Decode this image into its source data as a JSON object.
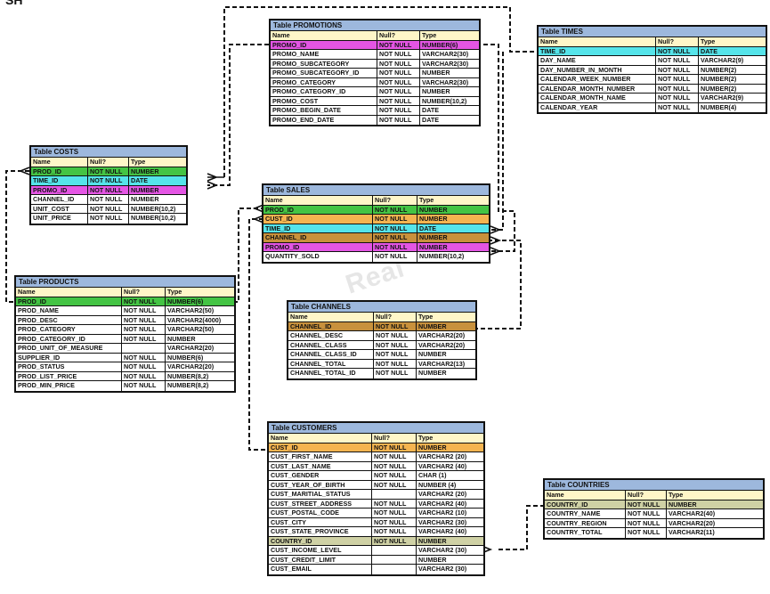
{
  "corner_text": "SH",
  "watermark": "Real",
  "header_labels": {
    "name": "Name",
    "null": "Null?",
    "type": "Type"
  },
  "colors": {
    "green": "#44c444",
    "cyan": "#55e4ea",
    "magenta": "#e455e4",
    "orange": "#f5b450",
    "brown": "#c8913c",
    "olive": "#cfd1a5",
    "title": "#9db8dd",
    "header": "#fff6c8"
  },
  "tables": [
    {
      "id": "promotions",
      "title": "Table PROMOTIONS",
      "rows": [
        {
          "name": "PROMO_ID",
          "null": "NOT NULL",
          "type": "NUMBER(6)",
          "hl": "magenta"
        },
        {
          "name": "PROMO_NAME",
          "null": "NOT NULL",
          "type": "VARCHAR2(30)"
        },
        {
          "name": "PROMO_SUBCATEGORY",
          "null": "NOT NULL",
          "type": "VARCHAR2(30)"
        },
        {
          "name": "PROMO_SUBCATEGORY_ID",
          "null": "NOT NULL",
          "type": "NUMBER"
        },
        {
          "name": "PROMO_CATEGORY",
          "null": "NOT NULL",
          "type": "VARCHAR2(30)"
        },
        {
          "name": "PROMO_CATEGORY_ID",
          "null": "NOT NULL",
          "type": "NUMBER"
        },
        {
          "name": "PROMO_COST",
          "null": "NOT NULL",
          "type": "NUMBER(10,2)"
        },
        {
          "name": "PROMO_BEGIN_DATE",
          "null": "NOT NULL",
          "type": "DATE"
        },
        {
          "name": "PROMO_END_DATE",
          "null": "NOT NULL",
          "type": "DATE"
        }
      ]
    },
    {
      "id": "times",
      "title": "Table TIMES",
      "rows": [
        {
          "name": "TIME_ID",
          "null": "NOT NULL",
          "type": "DATE",
          "hl": "cyan"
        },
        {
          "name": "DAY_NAME",
          "null": "NOT NULL",
          "type": "VARCHAR2(9)"
        },
        {
          "name": "DAY_NUMBER_IN_MONTH",
          "null": "NOT NULL",
          "type": "NUMBER(2)"
        },
        {
          "name": "CALENDAR_WEEK_NUMBER",
          "null": "NOT NULL",
          "type": "NUMBER(2)"
        },
        {
          "name": "CALENDAR_MONTH_NUMBER",
          "null": "NOT NULL",
          "type": "NUMBER(2)"
        },
        {
          "name": "CALENDAR_MONTH_NAME",
          "null": "NOT NULL",
          "type": "VARCHAR2(9)"
        },
        {
          "name": "CALENDAR_YEAR",
          "null": "NOT NULL",
          "type": "NUMBER(4)"
        }
      ]
    },
    {
      "id": "costs",
      "title": "Table COSTS",
      "rows": [
        {
          "name": "PROD_ID",
          "null": "NOT NULL",
          "type": "NUMBER",
          "hl": "green"
        },
        {
          "name": "TIME_ID",
          "null": "NOT NULL",
          "type": "DATE",
          "hl": "cyan"
        },
        {
          "name": "PROMO_ID",
          "null": "NOT NULL",
          "type": "NUMBER",
          "hl": "magenta"
        },
        {
          "name": "CHANNEL_ID",
          "null": "NOT NULL",
          "type": "NUMBER"
        },
        {
          "name": "UNIT_COST",
          "null": "NOT NULL",
          "type": "NUMBER(10,2)"
        },
        {
          "name": "UNIT_PRICE",
          "null": "NOT NULL",
          "type": "NUMBER(10,2)"
        }
      ]
    },
    {
      "id": "sales",
      "title": "Table SALES",
      "rows": [
        {
          "name": "PROD_ID",
          "null": "NOT NULL",
          "type": "NUMBER",
          "hl": "green"
        },
        {
          "name": "CUST_ID",
          "null": "NOT NULL",
          "type": "NUMBER",
          "hl": "orange"
        },
        {
          "name": "TIME_ID",
          "null": "NOT NULL",
          "type": "DATE",
          "hl": "cyan"
        },
        {
          "name": "CHANNEL_ID",
          "null": "NOT NULL",
          "type": "NUMBER",
          "hl": "brown"
        },
        {
          "name": "PROMO_ID",
          "null": "NOT NULL",
          "type": "NUMBER",
          "hl": "magenta"
        },
        {
          "name": "QUANTITY_SOLD",
          "null": "NOT NULL",
          "type": "NUMBER(10,2)"
        }
      ]
    },
    {
      "id": "products",
      "title": "Table PRODUCTS",
      "rows": [
        {
          "name": "PROD_ID",
          "null": "NOT NULL",
          "type": "NUMBER(6)",
          "hl": "green"
        },
        {
          "name": "PROD_NAME",
          "null": "NOT NULL",
          "type": "VARCHAR2(50)"
        },
        {
          "name": "PROD_DESC",
          "null": "NOT NULL",
          "type": "VARCHAR2(4000)"
        },
        {
          "name": "PROD_CATEGORY",
          "null": "NOT NULL",
          "type": "VARCHAR2(50)"
        },
        {
          "name": "PROD_CATEGORY_ID",
          "null": "NOT NULL",
          "type": "NUMBER"
        },
        {
          "name": "PROD_UNIT_OF_MEASURE",
          "null": "",
          "type": "VARCHAR2(20)"
        },
        {
          "name": "SUPPLIER_ID",
          "null": "NOT NULL",
          "type": "NUMBER(6)"
        },
        {
          "name": "PROD_STATUS",
          "null": "NOT NULL",
          "type": "VARCHAR2(20)"
        },
        {
          "name": "PROD_LIST_PRICE",
          "null": "NOT NULL",
          "type": "NUMBER(8,2)"
        },
        {
          "name": "PROD_MIN_PRICE",
          "null": "NOT NULL",
          "type": "NUMBER(8,2)"
        }
      ]
    },
    {
      "id": "channels",
      "title": "Table CHANNELS",
      "rows": [
        {
          "name": "CHANNEL_ID",
          "null": "NOT NULL",
          "type": "NUMBER",
          "hl": "brown"
        },
        {
          "name": "CHANNEL_DESC",
          "null": "NOT NULL",
          "type": "VARCHAR2(20)"
        },
        {
          "name": "CHANNEL_CLASS",
          "null": "NOT NULL",
          "type": "VARCHAR2(20)"
        },
        {
          "name": "CHANNEL_CLASS_ID",
          "null": "NOT NULL",
          "type": "NUMBER"
        },
        {
          "name": "CHANNEL_TOTAL",
          "null": "NOT NULL",
          "type": "VARCHAR2(13)"
        },
        {
          "name": "CHANNEL_TOTAL_ID",
          "null": "NOT NULL",
          "type": "NUMBER"
        }
      ]
    },
    {
      "id": "customers",
      "title": "Table CUSTOMERS",
      "rows": [
        {
          "name": "CUST_ID",
          "null": "NOT NULL",
          "type": "NUMBER",
          "hl": "orange"
        },
        {
          "name": "CUST_FIRST_NAME",
          "null": "NOT NULL",
          "type": "VARCHAR2 (20)"
        },
        {
          "name": "CUST_LAST_NAME",
          "null": "NOT NULL",
          "type": "VARCHAR2 (40)"
        },
        {
          "name": "CUST_GENDER",
          "null": "NOT NULL",
          "type": "CHAR (1)"
        },
        {
          "name": "CUST_YEAR_OF_BIRTH",
          "null": "NOT NULL",
          "type": "NUMBER (4)"
        },
        {
          "name": "CUST_MARITIAL_STATUS",
          "null": "",
          "type": "VARCHAR2 (20)"
        },
        {
          "name": "CUST_STREET_ADDRESS",
          "null": "NOT NULL",
          "type": "VARCHAR2 (40)"
        },
        {
          "name": "CUST_POSTAL_CODE",
          "null": "NOT NULL",
          "type": "VARCHAR2 (10)"
        },
        {
          "name": "CUST_CITY",
          "null": "NOT NULL",
          "type": "VARCHAR2 (30)"
        },
        {
          "name": "CUST_STATE_PROVINCE",
          "null": "NOT NULL",
          "type": "VARCHAR2 (40)"
        },
        {
          "name": "COUNTRY_ID",
          "null": "NOT NULL",
          "type": "NUMBER",
          "hl": "olive"
        },
        {
          "name": "CUST_INCOME_LEVEL",
          "null": "",
          "type": "VARCHAR2 (30)"
        },
        {
          "name": "CUST_CREDIT_LIMIT",
          "null": "",
          "type": "NUMBER"
        },
        {
          "name": "CUST_EMAIL",
          "null": "",
          "type": "VARCHAR2 (30)"
        }
      ]
    },
    {
      "id": "countries",
      "title": "Table COUNTRIES",
      "rows": [
        {
          "name": "COUNTRY_ID",
          "null": "NOT NULL",
          "type": "NUMBER",
          "hl": "olive"
        },
        {
          "name": "COUNTRY_NAME",
          "null": "NOT NULL",
          "type": "VARCHAR2(40)"
        },
        {
          "name": "COUNTRY_REGION",
          "null": "NOT NULL",
          "type": "VARCHAR2(20)"
        },
        {
          "name": "COUNTRY_TOTAL",
          "null": "NOT NULL",
          "type": "VARCHAR2(11)"
        }
      ]
    }
  ]
}
